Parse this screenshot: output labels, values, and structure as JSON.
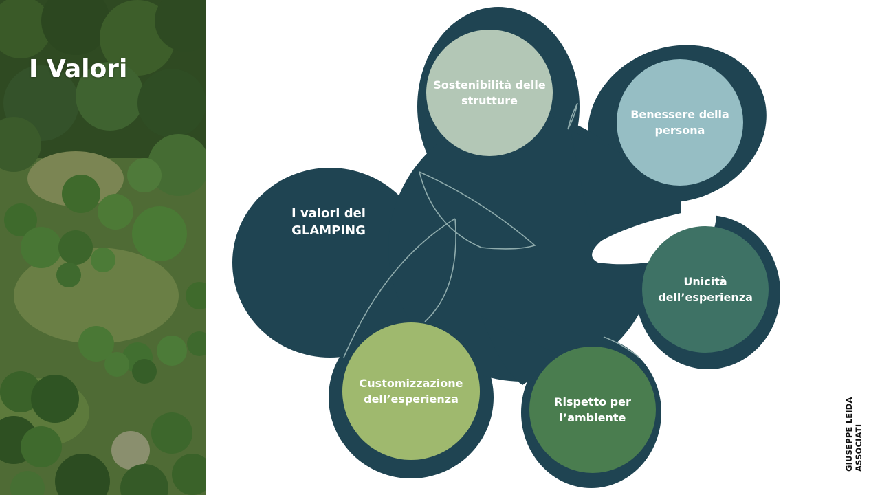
{
  "page": {
    "title": "I Valori"
  },
  "diagram": {
    "center_label_line1": "I valori del",
    "center_label_line2": "GLAMPING",
    "circles": [
      {
        "id": "sostenibilita",
        "line1": "Sostenibilità delle",
        "line2": "strutture",
        "color": "#b3c7b6"
      },
      {
        "id": "benessere",
        "line1": "Benessere della",
        "line2": "persona",
        "color": "#96bec4"
      },
      {
        "id": "unicita",
        "line1": "Unicità",
        "line2": "dell’esperienza",
        "color": "#3e7265"
      },
      {
        "id": "rispetto",
        "line1": "Rispetto per",
        "line2": "l’ambiente",
        "color": "#4a7d4f"
      },
      {
        "id": "customizzazione",
        "line1": "Customizzazione",
        "line2": "dell’esperienza",
        "color": "#9fb96e"
      }
    ],
    "blob_color": "#1f4452"
  },
  "brand": {
    "line1": "GIUSEPPE LEIDA",
    "line2": "ASSOCIATI"
  }
}
